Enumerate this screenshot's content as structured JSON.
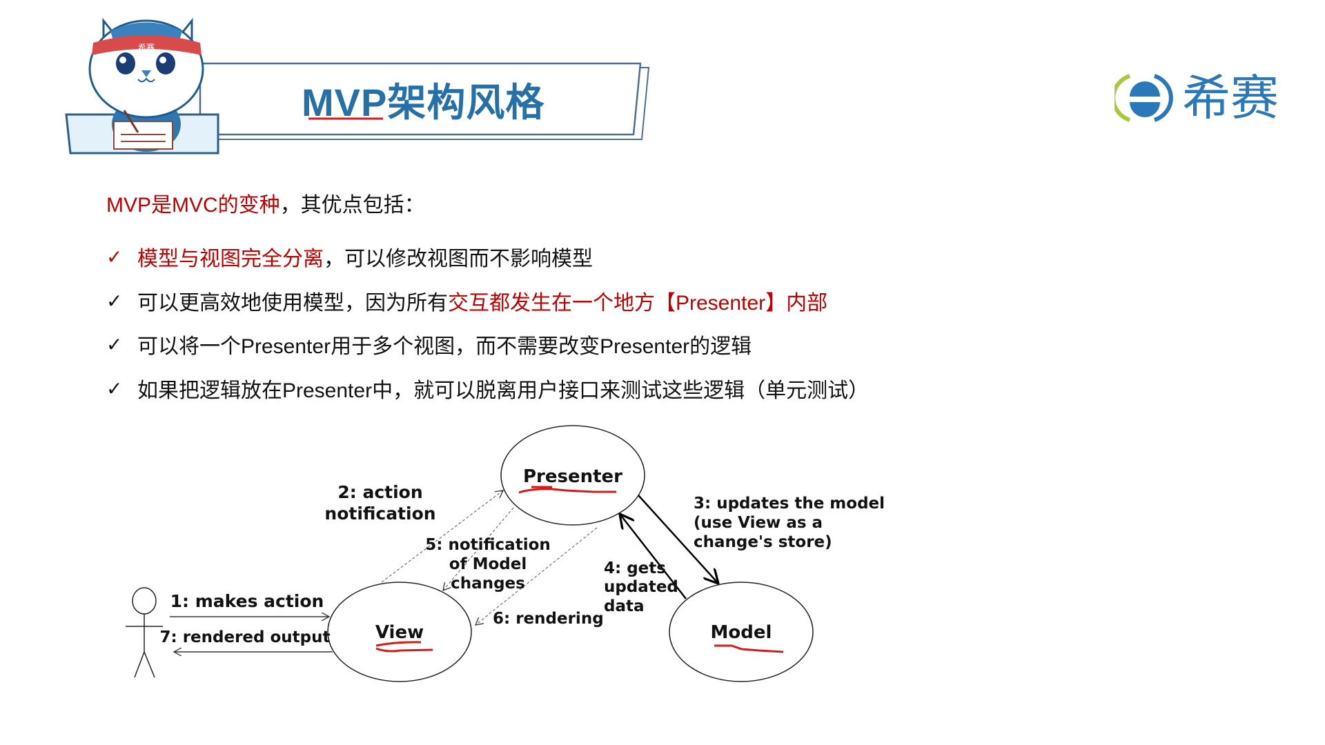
{
  "header": {
    "title": "MVP架构风格",
    "logo_text": "希赛",
    "mascot_headband_text": "希赛"
  },
  "intro": {
    "highlight": "MVP是MVC的变种",
    "rest": "，其优点包括："
  },
  "bullets": [
    {
      "parts": [
        {
          "text": "模型与视图完全分离",
          "red": true
        },
        {
          "text": "，可以修改视图而不影响模型",
          "red": false
        }
      ]
    },
    {
      "parts": [
        {
          "text": "可以更高效地使用模型，因为所有",
          "red": false
        },
        {
          "text": "交互都发生在一个地方【Presenter】内部",
          "red": true
        }
      ]
    },
    {
      "parts": [
        {
          "text": "可以将一个Presenter用于多个视图，而不需要改变Presenter的逻辑",
          "red": false
        }
      ]
    },
    {
      "parts": [
        {
          "text": "如果把逻辑放在Presenter中，就可以脱离用户接口来测试这些逻辑（单元测试）",
          "red": false
        }
      ]
    }
  ],
  "diagram": {
    "nodes": {
      "presenter": "Presenter",
      "view": "View",
      "model": "Model"
    },
    "labels": {
      "l1": "1: makes action",
      "l2a": "2: action",
      "l2b": "notification",
      "l3a": "3: updates the model",
      "l3b": "(use View as a",
      "l3c": "change's store)",
      "l4a": "4: gets",
      "l4b": "updated",
      "l4c": "data",
      "l5a": "5: notification",
      "l5b": "of Model",
      "l5c": "changes",
      "l6": "6: rendering",
      "l7": "7: rendered output"
    }
  },
  "colors": {
    "title": "#2670a8",
    "accent_red": "#c00000",
    "logo_blue": "#2a78b8",
    "logo_green": "#a8c93a"
  }
}
